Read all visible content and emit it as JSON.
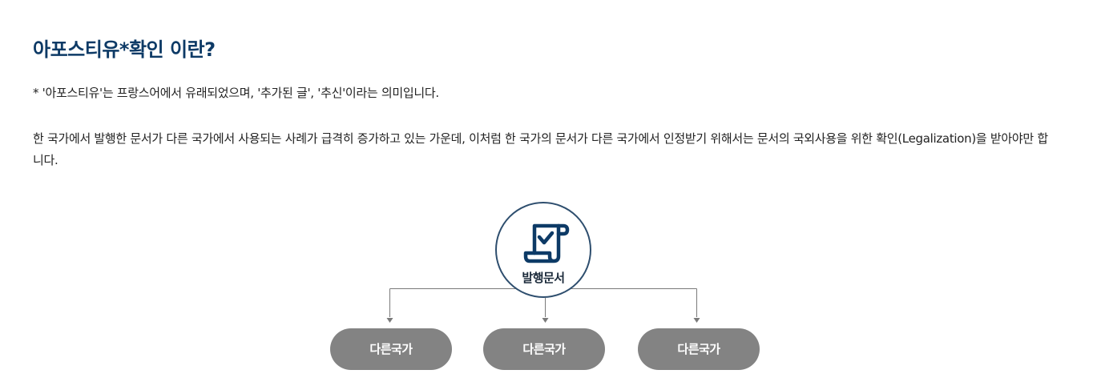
{
  "header": {
    "title": "아포스티유*확인 이란?"
  },
  "content": {
    "note": "* '아포스티유'는 프랑스어에서 유래되었으며, '추가된 글', '추신'이라는 의미입니다.",
    "paragraph": "한 국가에서 발행한 문서가 다른 국가에서 사용되는 사례가 급격히 증가하고 있는 가운데, 이처럼 한 국가의 문서가 다른 국가에서 인정받기 위해서는 문서의 국외사용을 위한 확인(Legalization)을 받아야만 합니다."
  },
  "diagram": {
    "source": {
      "label": "발행문서",
      "icon": "document-check-icon"
    },
    "targets": [
      {
        "label": "다른국가"
      },
      {
        "label": "다른국가"
      },
      {
        "label": "다른국가"
      }
    ],
    "colors": {
      "circle_border": "#2e4e6e",
      "icon": "#0d3a66",
      "pill_bg": "#838383",
      "connector": "#7a7a7a",
      "title": "#0d3a66"
    }
  }
}
